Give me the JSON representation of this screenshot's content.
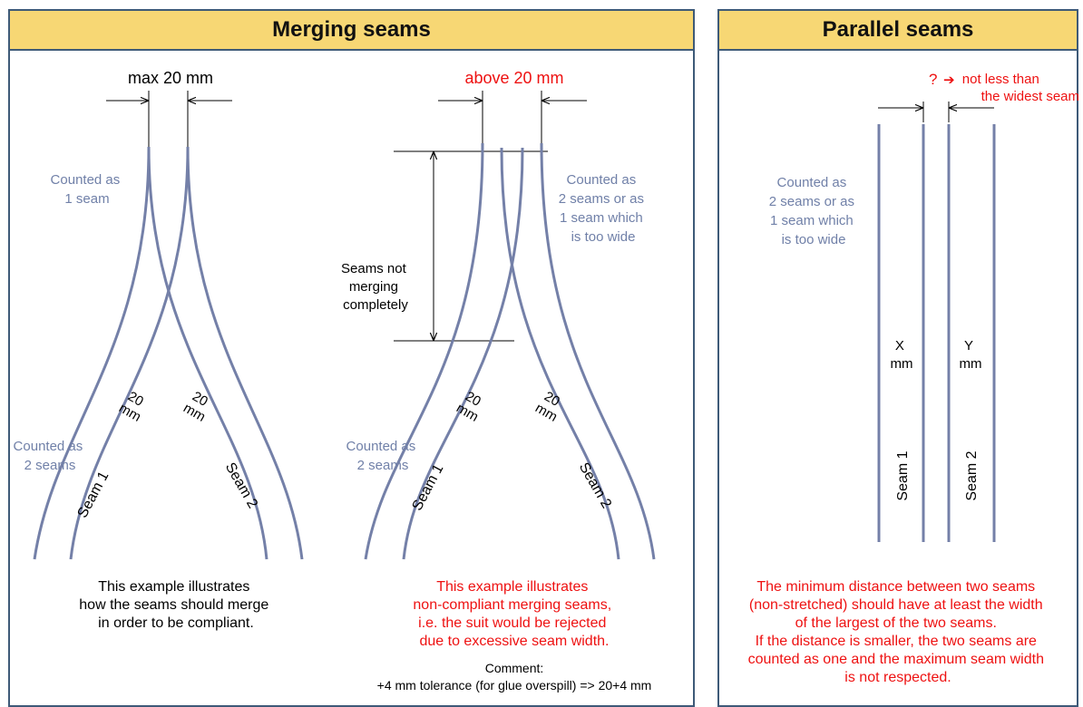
{
  "colors": {
    "seam": "#7480a8",
    "blue_text": "#7080a8",
    "red_text": "#ee1111",
    "header_bg": "#f7d774",
    "border": "#3e5a78"
  },
  "merging": {
    "title": "Merging seams",
    "left": {
      "dimension": "max 20 mm",
      "counted_one": [
        "Counted as",
        "1 seam"
      ],
      "counted_two": [
        "Counted as",
        "2 seams"
      ],
      "width_label_1": [
        "20",
        "mm"
      ],
      "width_label_2": [
        "20",
        "mm"
      ],
      "seam1": "Seam 1",
      "seam2": "Seam 2",
      "caption": [
        "This example illustrates",
        "how the seams should merge",
        "in order to be compliant."
      ]
    },
    "right": {
      "dimension": "above 20 mm",
      "counted_top": [
        "Counted as",
        "2 seams or as",
        "1 seam which",
        "is too wide"
      ],
      "not_merging": [
        "Seams not",
        "merging",
        "completely"
      ],
      "counted_two": [
        "Counted as",
        "2 seams"
      ],
      "width_label_1": [
        "20",
        "mm"
      ],
      "width_label_2": [
        "20",
        "mm"
      ],
      "seam1": "Seam 1",
      "seam2": "Seam 2",
      "caption": [
        "This example illustrates",
        "non-compliant merging seams,",
        "i.e. the suit would be rejected",
        "due to excessive seam width."
      ],
      "comment_title": "Comment:",
      "comment_text": "+4 mm tolerance (for glue overspill) => 20+4 mm"
    }
  },
  "parallel": {
    "title": "Parallel seams",
    "question": "?",
    "arrow_glyph": "➔",
    "note": [
      "not less than",
      "the widest seam"
    ],
    "counted": [
      "Counted as",
      "2 seams or as",
      "1 seam which",
      "is too wide"
    ],
    "x_label": [
      "X",
      "mm"
    ],
    "y_label": [
      "Y",
      "mm"
    ],
    "seam1": "Seam 1",
    "seam2": "Seam 2",
    "caption": [
      "The minimum distance between two seams",
      "(non-stretched) should have at least the width",
      "of the largest of the two seams.",
      "If the distance is smaller, the two seams are",
      "counted as one and the maximum seam width",
      "is not respected."
    ]
  }
}
